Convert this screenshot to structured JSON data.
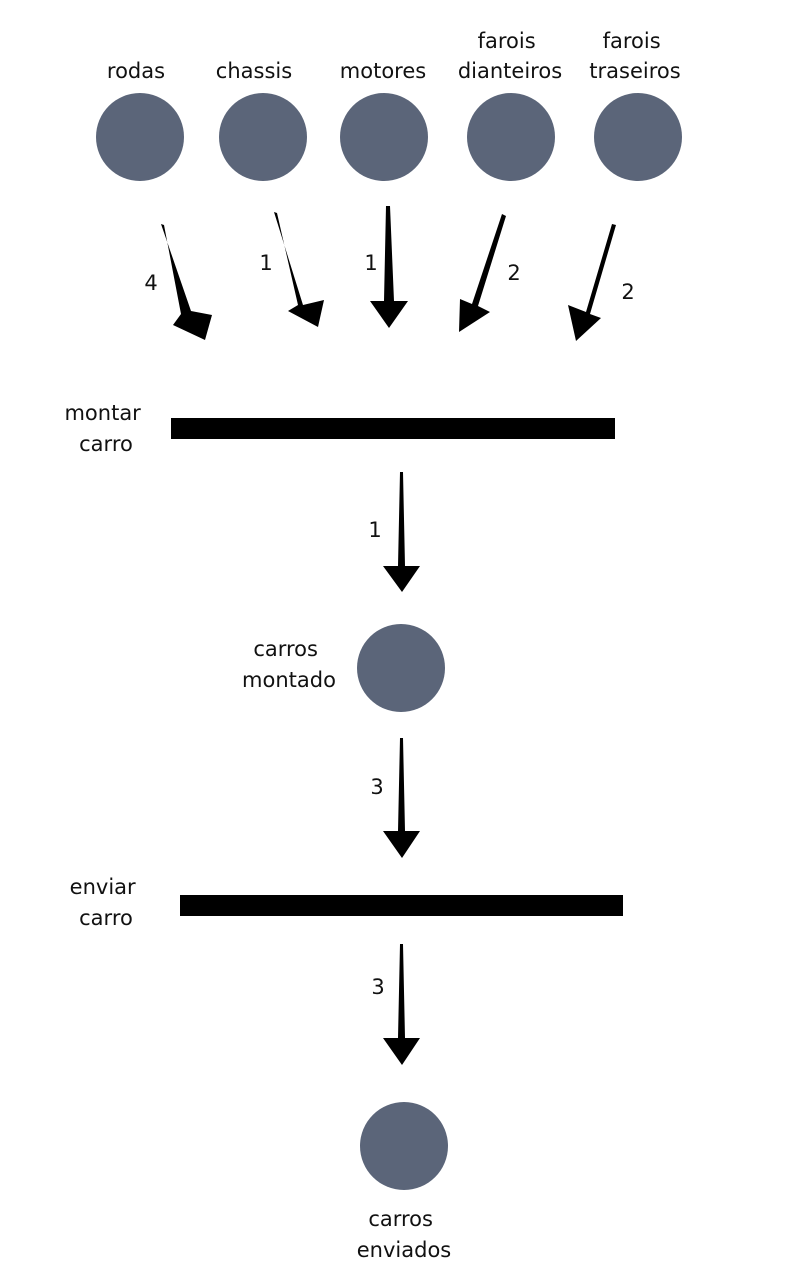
{
  "places": {
    "rodas": {
      "label": [
        "rodas"
      ]
    },
    "chassis": {
      "label": [
        "chassis"
      ]
    },
    "motores": {
      "label": [
        "motores"
      ]
    },
    "farois_dianteiros": {
      "label": [
        "farois",
        "dianteiros"
      ]
    },
    "farois_traseiros": {
      "label": [
        "farois",
        "traseiros"
      ]
    },
    "carros_montado": {
      "label": [
        "carros",
        "montado"
      ]
    },
    "carros_enviados": {
      "label": [
        "carros",
        "enviados"
      ]
    }
  },
  "transitions": {
    "montar_carro": {
      "label": [
        "montar",
        "carro"
      ]
    },
    "enviar_carro": {
      "label": [
        "enviar",
        "carro"
      ]
    }
  },
  "arcs": {
    "rodas_to_montar": {
      "weight": "4"
    },
    "chassis_to_montar": {
      "weight": "1"
    },
    "motores_to_montar": {
      "weight": "1"
    },
    "farois_dianteiros_to_montar": {
      "weight": "2"
    },
    "farois_traseiros_to_montar": {
      "weight": "2"
    },
    "montar_to_carros_montado": {
      "weight": "1"
    },
    "carros_montado_to_enviar": {
      "weight": "3"
    },
    "enviar_to_carros_enviados": {
      "weight": "3"
    }
  },
  "colors": {
    "place_fill": "#5b6579",
    "transition_fill": "#000000",
    "arrow_fill": "#000000"
  }
}
